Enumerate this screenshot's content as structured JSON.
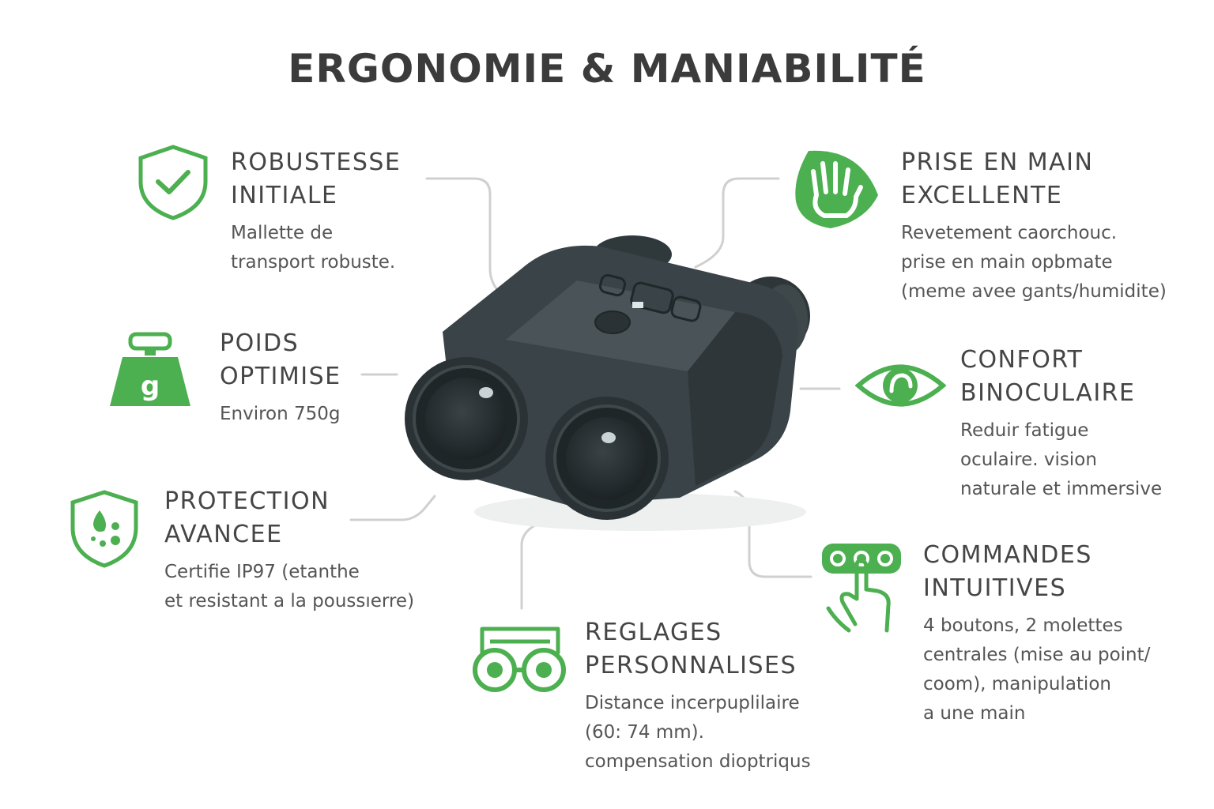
{
  "title": "ERGONOMIE & MANIABILITÉ",
  "colors": {
    "accent": "#4caf50",
    "text": "#3b3b3b",
    "connector": "#d0d0d0",
    "body": "#3a4347"
  },
  "features": {
    "robustesse": {
      "icon": "shield-check-icon",
      "title1": "ROBUSTESSE",
      "title2": "INITIALE",
      "desc1": "Mallette de",
      "desc2": "transport robuste."
    },
    "poids": {
      "icon": "weight-icon",
      "title1": "POIDS",
      "title2": "OPTIMISE",
      "desc1": "Environ 750g"
    },
    "protection": {
      "icon": "shield-water-icon",
      "title1": "PROTECTION",
      "title2": "AVANCEE",
      "desc1": "Certifie IP97 (etanthe",
      "desc2": "et resistant a la poussıerre)"
    },
    "reglages": {
      "icon": "binocular-adjust-icon",
      "title1": "REGLAGES",
      "title2": "PERSONNALISES",
      "desc1": "Distance incerpuplilaire",
      "desc2": "(60: 74 mm).",
      "desc3": "compensation dioptriqus"
    },
    "prise": {
      "icon": "hand-icon",
      "title1": "PRISE EN MAIN",
      "title2": "EXCELLENTE",
      "desc1": "Revetement caorchouc.",
      "desc2": "prise en main opbmate",
      "desc3": "(meme avee gants/humidite)"
    },
    "confort": {
      "icon": "eye-icon",
      "title1": "CONFORT",
      "title2": "BINOCULAIRE",
      "desc1": "Reduir fatigue",
      "desc2": "oculaire. vision",
      "desc3": "naturale et immersive"
    },
    "commandes": {
      "icon": "finger-press-icon",
      "title1": "COMMANDES",
      "title2": "INTUITIVES",
      "desc1": "4 boutons, 2 molettes",
      "desc2": "centrales (mise au point/",
      "desc3": "coom), manipulation",
      "desc4": "a une main"
    }
  }
}
